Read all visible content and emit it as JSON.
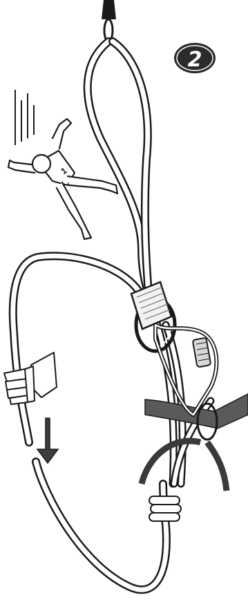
{
  "step": {
    "number": "2"
  },
  "climber": {
    "jersey_number": "1"
  },
  "colors": {
    "background": "#ffffff",
    "ink": "#1a1a1a",
    "badge_fill": "#2b2b2b",
    "badge_text": "#ffffff",
    "rope_fill": "#ffffff",
    "harness_fill": "#5a5a5a",
    "arrow_fill": "#3c3c3c",
    "belay_device_fill": "#f2f2f2"
  },
  "icons": {
    "step_badge": "numbered-ellipse-badge",
    "climber": "falling-climber-figure",
    "fall_motion": "speed-lines",
    "belay_device": "tube-belay-device",
    "carabiner": "locking-carabiner",
    "brake_hand": "gloved-hand",
    "pull_direction": "down-arrow",
    "tie_in_knot": "figure-eight-knot",
    "harness": "harness-strap",
    "anchor": "anchor-ring"
  }
}
